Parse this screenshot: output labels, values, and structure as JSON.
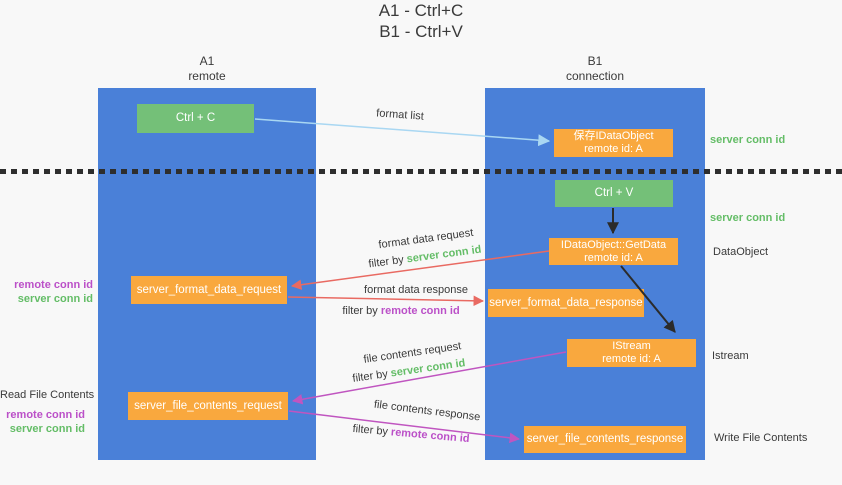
{
  "title": {
    "line1": "A1 - Ctrl+C",
    "line2": "B1 - Ctrl+V"
  },
  "lanes": {
    "left": {
      "name": "A1",
      "role": "remote"
    },
    "right": {
      "name": "B1",
      "role": "connection"
    }
  },
  "nodes": {
    "ctrl_c": {
      "label": "Ctrl + C"
    },
    "ctrl_v": {
      "label": "Ctrl + V"
    },
    "save_idataobject": {
      "line1": "保存IDataObject",
      "line2": "remote id: A"
    },
    "idataobject_getdata": {
      "line1": "IDataObject::GetData",
      "line2": "remote id: A"
    },
    "istream": {
      "line1": "IStream",
      "line2": "remote id: A"
    },
    "server_format_data_request": {
      "label": "server_format_data_request"
    },
    "server_format_data_response": {
      "label": "server_format_data_response"
    },
    "server_file_contents_request": {
      "label": "server_file_contents_request"
    },
    "server_file_contents_response": {
      "label": "server_file_contents_response"
    }
  },
  "edge_labels": {
    "format_list": "format list",
    "format_data_request": "format data request",
    "format_data_response": "format data response",
    "file_contents_request": "file contents request",
    "file_contents_response": "file contents response",
    "filter_by": "filter by ",
    "server_conn_id": "server conn id",
    "remote_conn_id": "remote conn id"
  },
  "side_labels": {
    "left_mid": {
      "line1": "remote conn id",
      "line2": "server conn id"
    },
    "left_bottom_title": "Read File Contents",
    "left_bottom": {
      "line1": "remote conn id",
      "line2": "server conn id"
    },
    "right_top": "server conn id",
    "right_mid": "server conn id",
    "right_dataobject": "DataObject",
    "right_istream": "Istream",
    "right_write": "Write File Contents"
  },
  "colors": {
    "lane_blue": "#4a80d8",
    "node_green": "#74c078",
    "node_orange": "#f9a83e",
    "arrow_light_blue": "#a9d7f2",
    "arrow_red": "#e96a62",
    "arrow_magenta": "#c055c0",
    "arrow_black": "#2b2b2b",
    "text_green": "#64bd67",
    "text_purple": "#bb50c8",
    "background": "#f8f8f8"
  }
}
